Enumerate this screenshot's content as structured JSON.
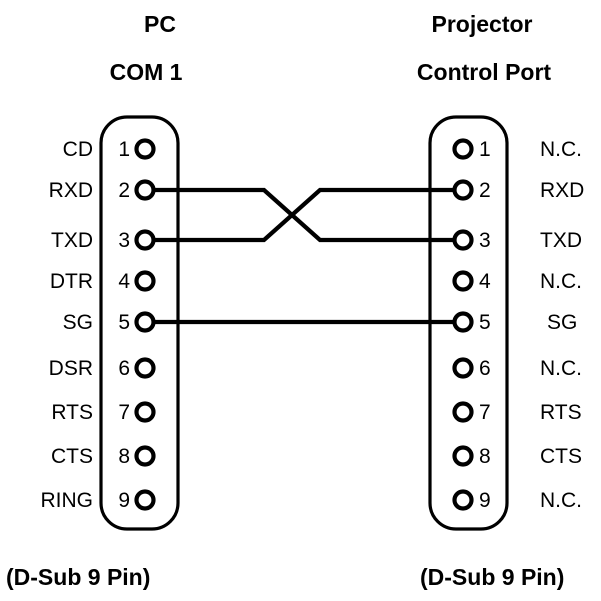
{
  "diagram": {
    "title_left_top": "PC",
    "title_left_bottom": "COM 1",
    "title_right_top": "Projector",
    "title_right_bottom": "Control Port",
    "caption_left": "(D-Sub 9 Pin)",
    "caption_right": "(D-Sub 9 Pin)",
    "line_color": "#000000",
    "background_color": "#ffffff"
  },
  "left_connector": {
    "name": "PC COM 1 D-Sub 9 Pin connector",
    "pins": [
      {
        "number": "1",
        "signal": "CD"
      },
      {
        "number": "2",
        "signal": "RXD"
      },
      {
        "number": "3",
        "signal": "TXD"
      },
      {
        "number": "4",
        "signal": "DTR"
      },
      {
        "number": "5",
        "signal": "SG"
      },
      {
        "number": "6",
        "signal": "DSR"
      },
      {
        "number": "7",
        "signal": "RTS"
      },
      {
        "number": "8",
        "signal": "CTS"
      },
      {
        "number": "9",
        "signal": "RING"
      }
    ]
  },
  "right_connector": {
    "name": "Projector Control Port D-Sub 9 Pin connector",
    "pins": [
      {
        "number": "1",
        "signal": "N.C."
      },
      {
        "number": "2",
        "signal": "RXD"
      },
      {
        "number": "3",
        "signal": "TXD"
      },
      {
        "number": "4",
        "signal": "N.C."
      },
      {
        "number": "5",
        "signal": "SG"
      },
      {
        "number": "6",
        "signal": "N.C."
      },
      {
        "number": "7",
        "signal": "RTS"
      },
      {
        "number": "8",
        "signal": "CTS"
      },
      {
        "number": "9",
        "signal": "N.C."
      }
    ]
  },
  "connections": [
    {
      "from_pin": "2",
      "to_pin": "3",
      "type": "crossover"
    },
    {
      "from_pin": "3",
      "to_pin": "2",
      "type": "crossover"
    },
    {
      "from_pin": "5",
      "to_pin": "5",
      "type": "straight"
    }
  ]
}
